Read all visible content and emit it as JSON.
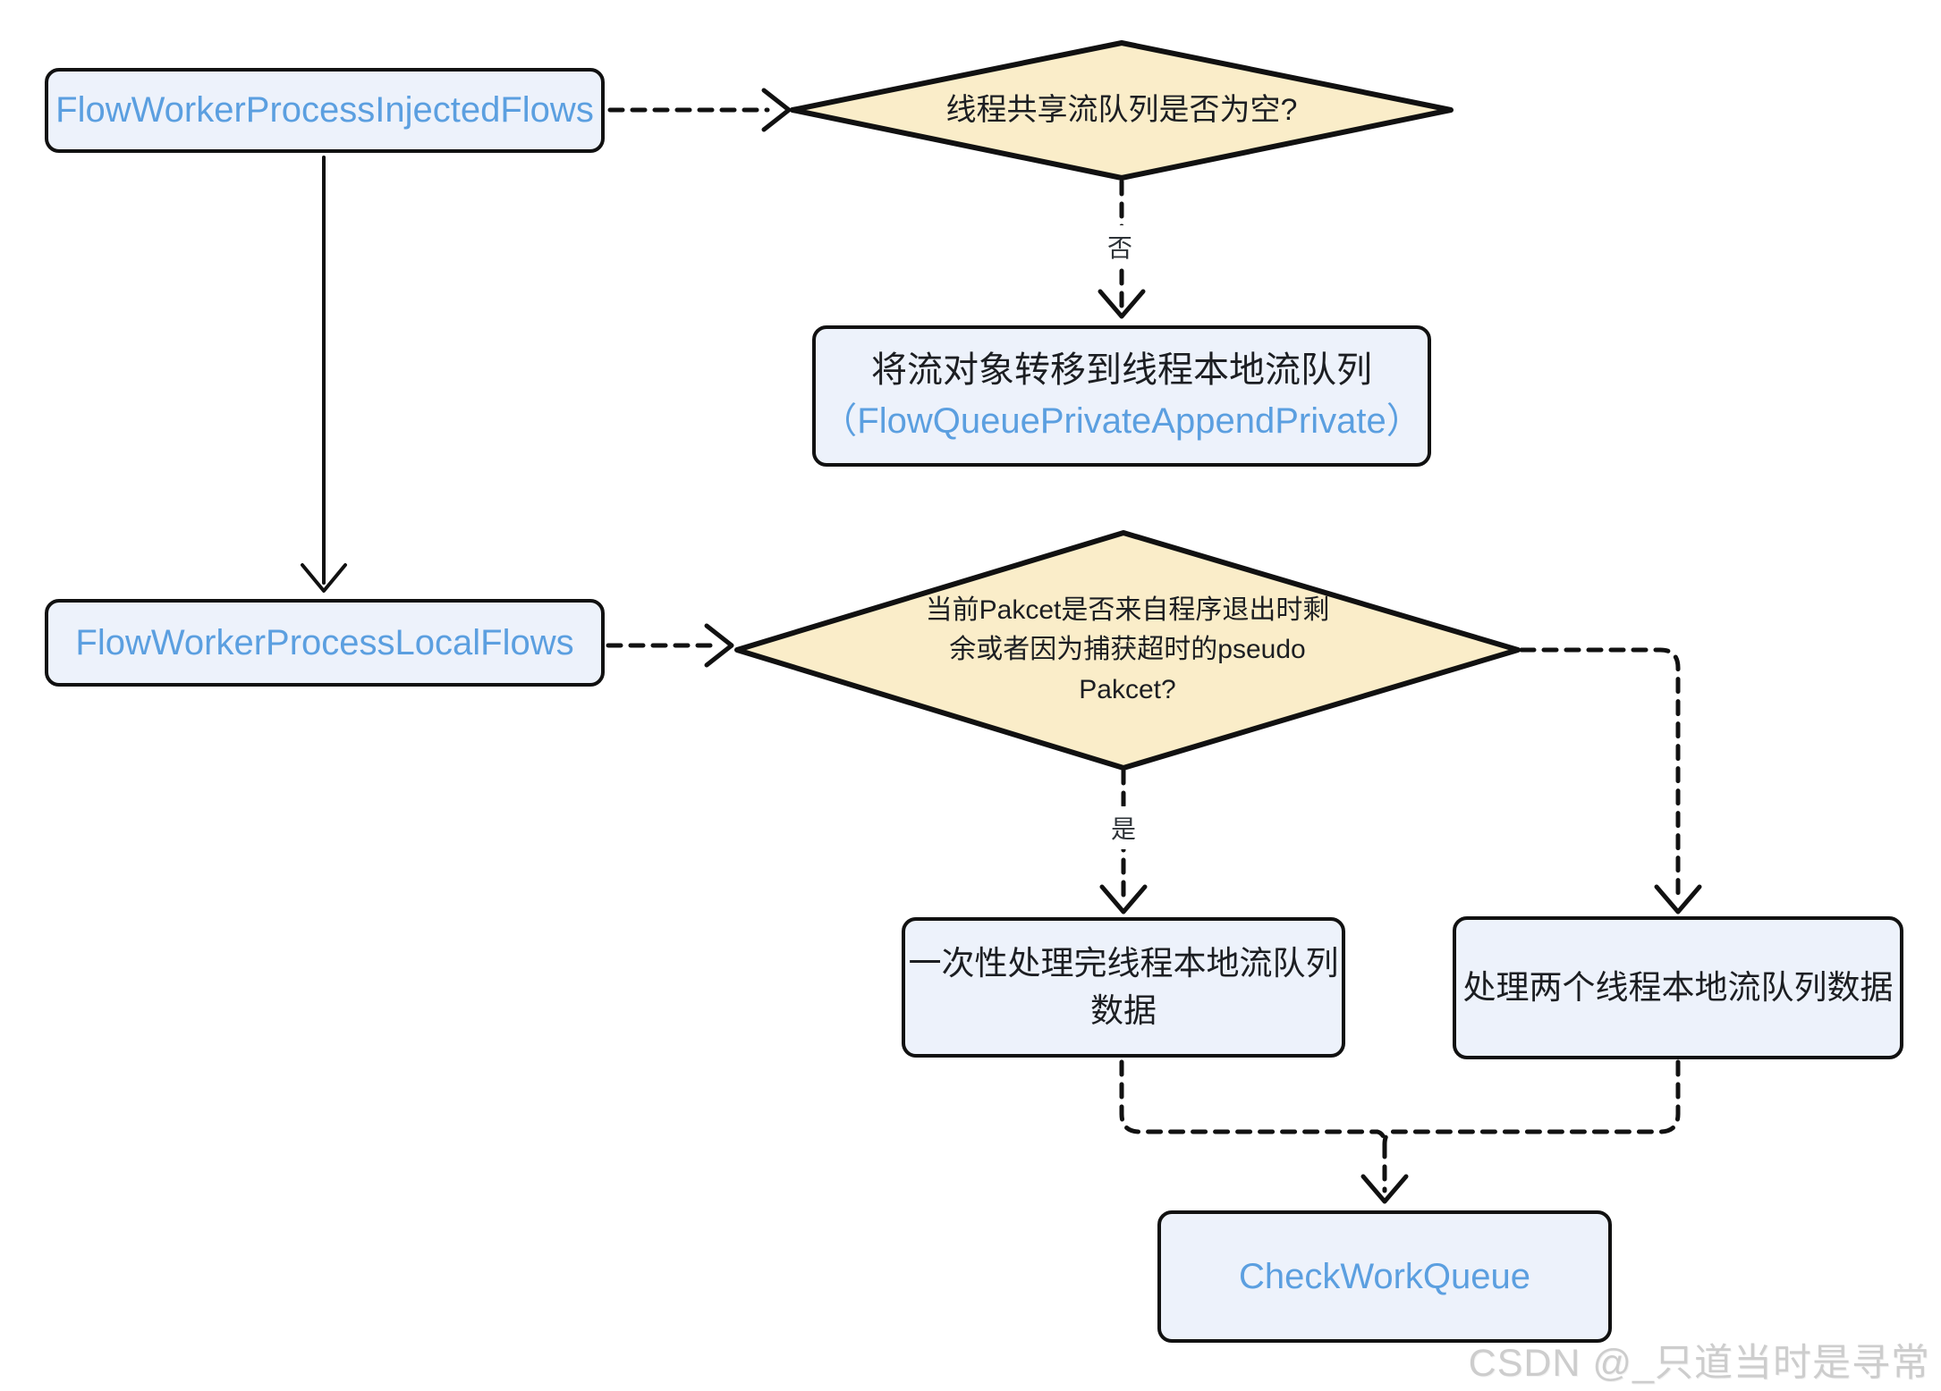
{
  "diagram": {
    "nodes": {
      "injected": {
        "label": "FlowWorkerProcessInjectedFlows"
      },
      "empty_check": {
        "label": "线程共享流队列是否为空?"
      },
      "transfer": {
        "line1": "将流对象转移到线程本地流队列",
        "line2": "（FlowQueuePrivateAppendPrivate）"
      },
      "local": {
        "label": "FlowWorkerProcessLocalFlows"
      },
      "pseudo_check": {
        "line1": "当前Pakcet是否来自程序退出时剩",
        "line2": "余或者因为捕获超时的pseudo",
        "line3": "Pakcet?"
      },
      "process_once": {
        "line1": "一次性处理完线程本地流队列",
        "line2": "数据"
      },
      "process_both": {
        "label": "处理两个线程本地流队列数据"
      },
      "check_work_queue": {
        "label": "CheckWorkQueue"
      }
    },
    "edge_labels": {
      "no": "否",
      "yes": "是"
    },
    "watermark": "CSDN @_只道当时是寻常",
    "colors": {
      "node_fill": "#EDF2FB",
      "decision_fill": "#FAEDC9",
      "accent_text": "#5B9FE0",
      "border": "#111111",
      "dark_text": "#1C1E22",
      "watermark": "#CDCDCD"
    }
  }
}
